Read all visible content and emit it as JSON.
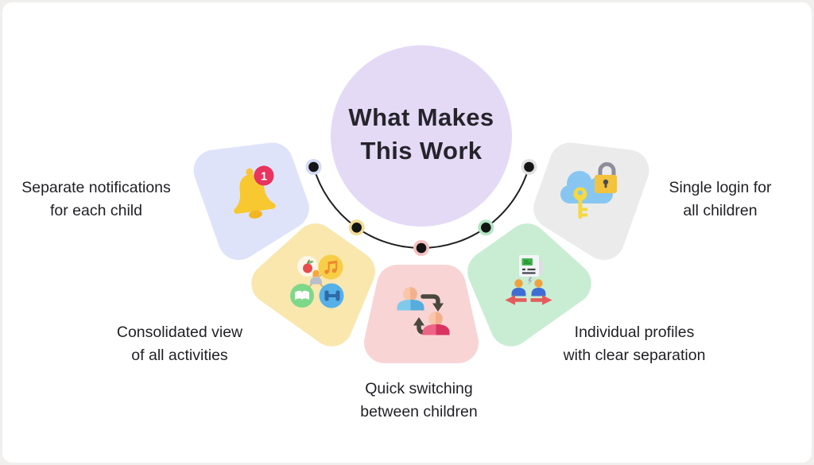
{
  "title": {
    "line1": "What Makes",
    "line2": "This Work"
  },
  "center": {
    "circle_color": "#e4daf6"
  },
  "connector": {
    "line_color": "#1f1f1f",
    "dot_color": "#141414"
  },
  "text_color": "#201f24",
  "sections": [
    {
      "id": "separate-notifications",
      "label_line1": "Separate notifications",
      "label_line2": "for each child",
      "petal_color": "#dfe3f9",
      "halo_color": "#d2daf5",
      "icon": "bell-notification-icon",
      "badge": "1"
    },
    {
      "id": "consolidated-view",
      "label_line1": "Consolidated view",
      "label_line2": "of all activities",
      "petal_color": "#f9e7ae",
      "halo_color": "#f3dc92",
      "icon": "activities-cluster-icon"
    },
    {
      "id": "quick-switching",
      "label_line1": "Quick switching",
      "label_line2": "between children",
      "petal_color": "#f8d4d4",
      "halo_color": "#f5c2c2",
      "icon": "swap-children-icon"
    },
    {
      "id": "individual-profiles",
      "label_line1": "Individual profiles",
      "label_line2": "with clear separation",
      "petal_color": "#c9edd3",
      "halo_color": "#b2e5c3",
      "icon": "profiles-separation-icon"
    },
    {
      "id": "single-login",
      "label_line1": "Single login for",
      "label_line2": "all children",
      "petal_color": "#ebebec",
      "halo_color": "#e1e1e3",
      "icon": "cloud-lock-key-icon"
    }
  ]
}
